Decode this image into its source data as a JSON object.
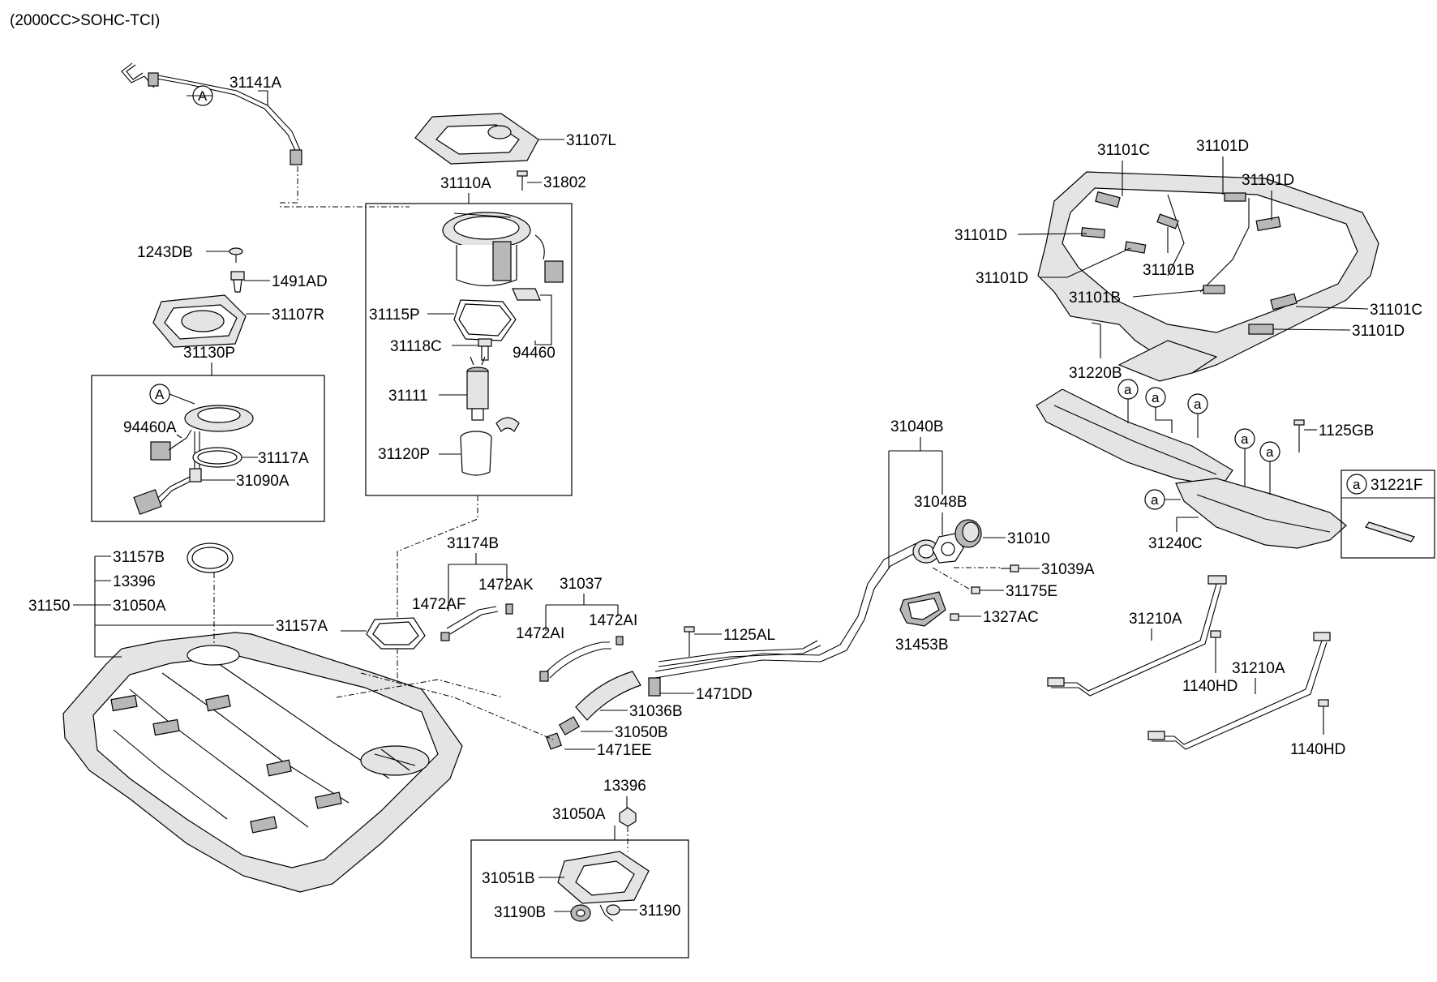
{
  "header": {
    "engine_note": "(2000CC>SOHC-TCI)"
  },
  "callout_letters": {
    "A": "A",
    "a": "a"
  },
  "parts": {
    "p31141A": "31141A",
    "p31107L": "31107L",
    "p31110A": "31110A",
    "p31802": "31802",
    "p1243DB": "1243DB",
    "p1491AD": "1491AD",
    "p31107R": "31107R",
    "p31130P": "31130P",
    "p94460A": "94460A",
    "p31117A": "31117A",
    "p31090A": "31090A",
    "p31115P": "31115P",
    "p31118C": "31118C",
    "p94460": "94460",
    "p31111": "31111",
    "p31120P": "31120P",
    "p31157B": "31157B",
    "p13396a": "13396",
    "p31150": "31150",
    "p31050Aa": "31050A",
    "p31157A": "31157A",
    "p31174B": "31174B",
    "p1472AK": "1472AK",
    "p1472AF": "1472AF",
    "p31037": "31037",
    "p1472AIa": "1472AI",
    "p1472AIb": "1472AI",
    "p1125AL": "1125AL",
    "p1471DD": "1471DD",
    "p31036B": "31036B",
    "p31050B": "31050B",
    "p1471EE": "1471EE",
    "p13396b": "13396",
    "p31050Ab": "31050A",
    "p31051B": "31051B",
    "p31190B": "31190B",
    "p31190": "31190",
    "p31040B": "31040B",
    "p31048B": "31048B",
    "p31010": "31010",
    "p31039A": "31039A",
    "p31175E": "31175E",
    "p1327AC": "1327AC",
    "p31453B": "31453B",
    "p31101Ca": "31101C",
    "p31101Da": "31101D",
    "p31101Db": "31101D",
    "p31101Dc": "31101D",
    "p31101Dd": "31101D",
    "p31101Ba": "31101B",
    "p31101Bb": "31101B",
    "p31101Cb": "31101C",
    "p31101De": "31101D",
    "p31220B": "31220B",
    "p1125GB": "1125GB",
    "p31221F": "31221F",
    "p31240C": "31240C",
    "p31210Aa": "31210A",
    "p1140HDa": "1140HD",
    "p31210Ab": "31210A",
    "p1140HDb": "1140HD"
  }
}
